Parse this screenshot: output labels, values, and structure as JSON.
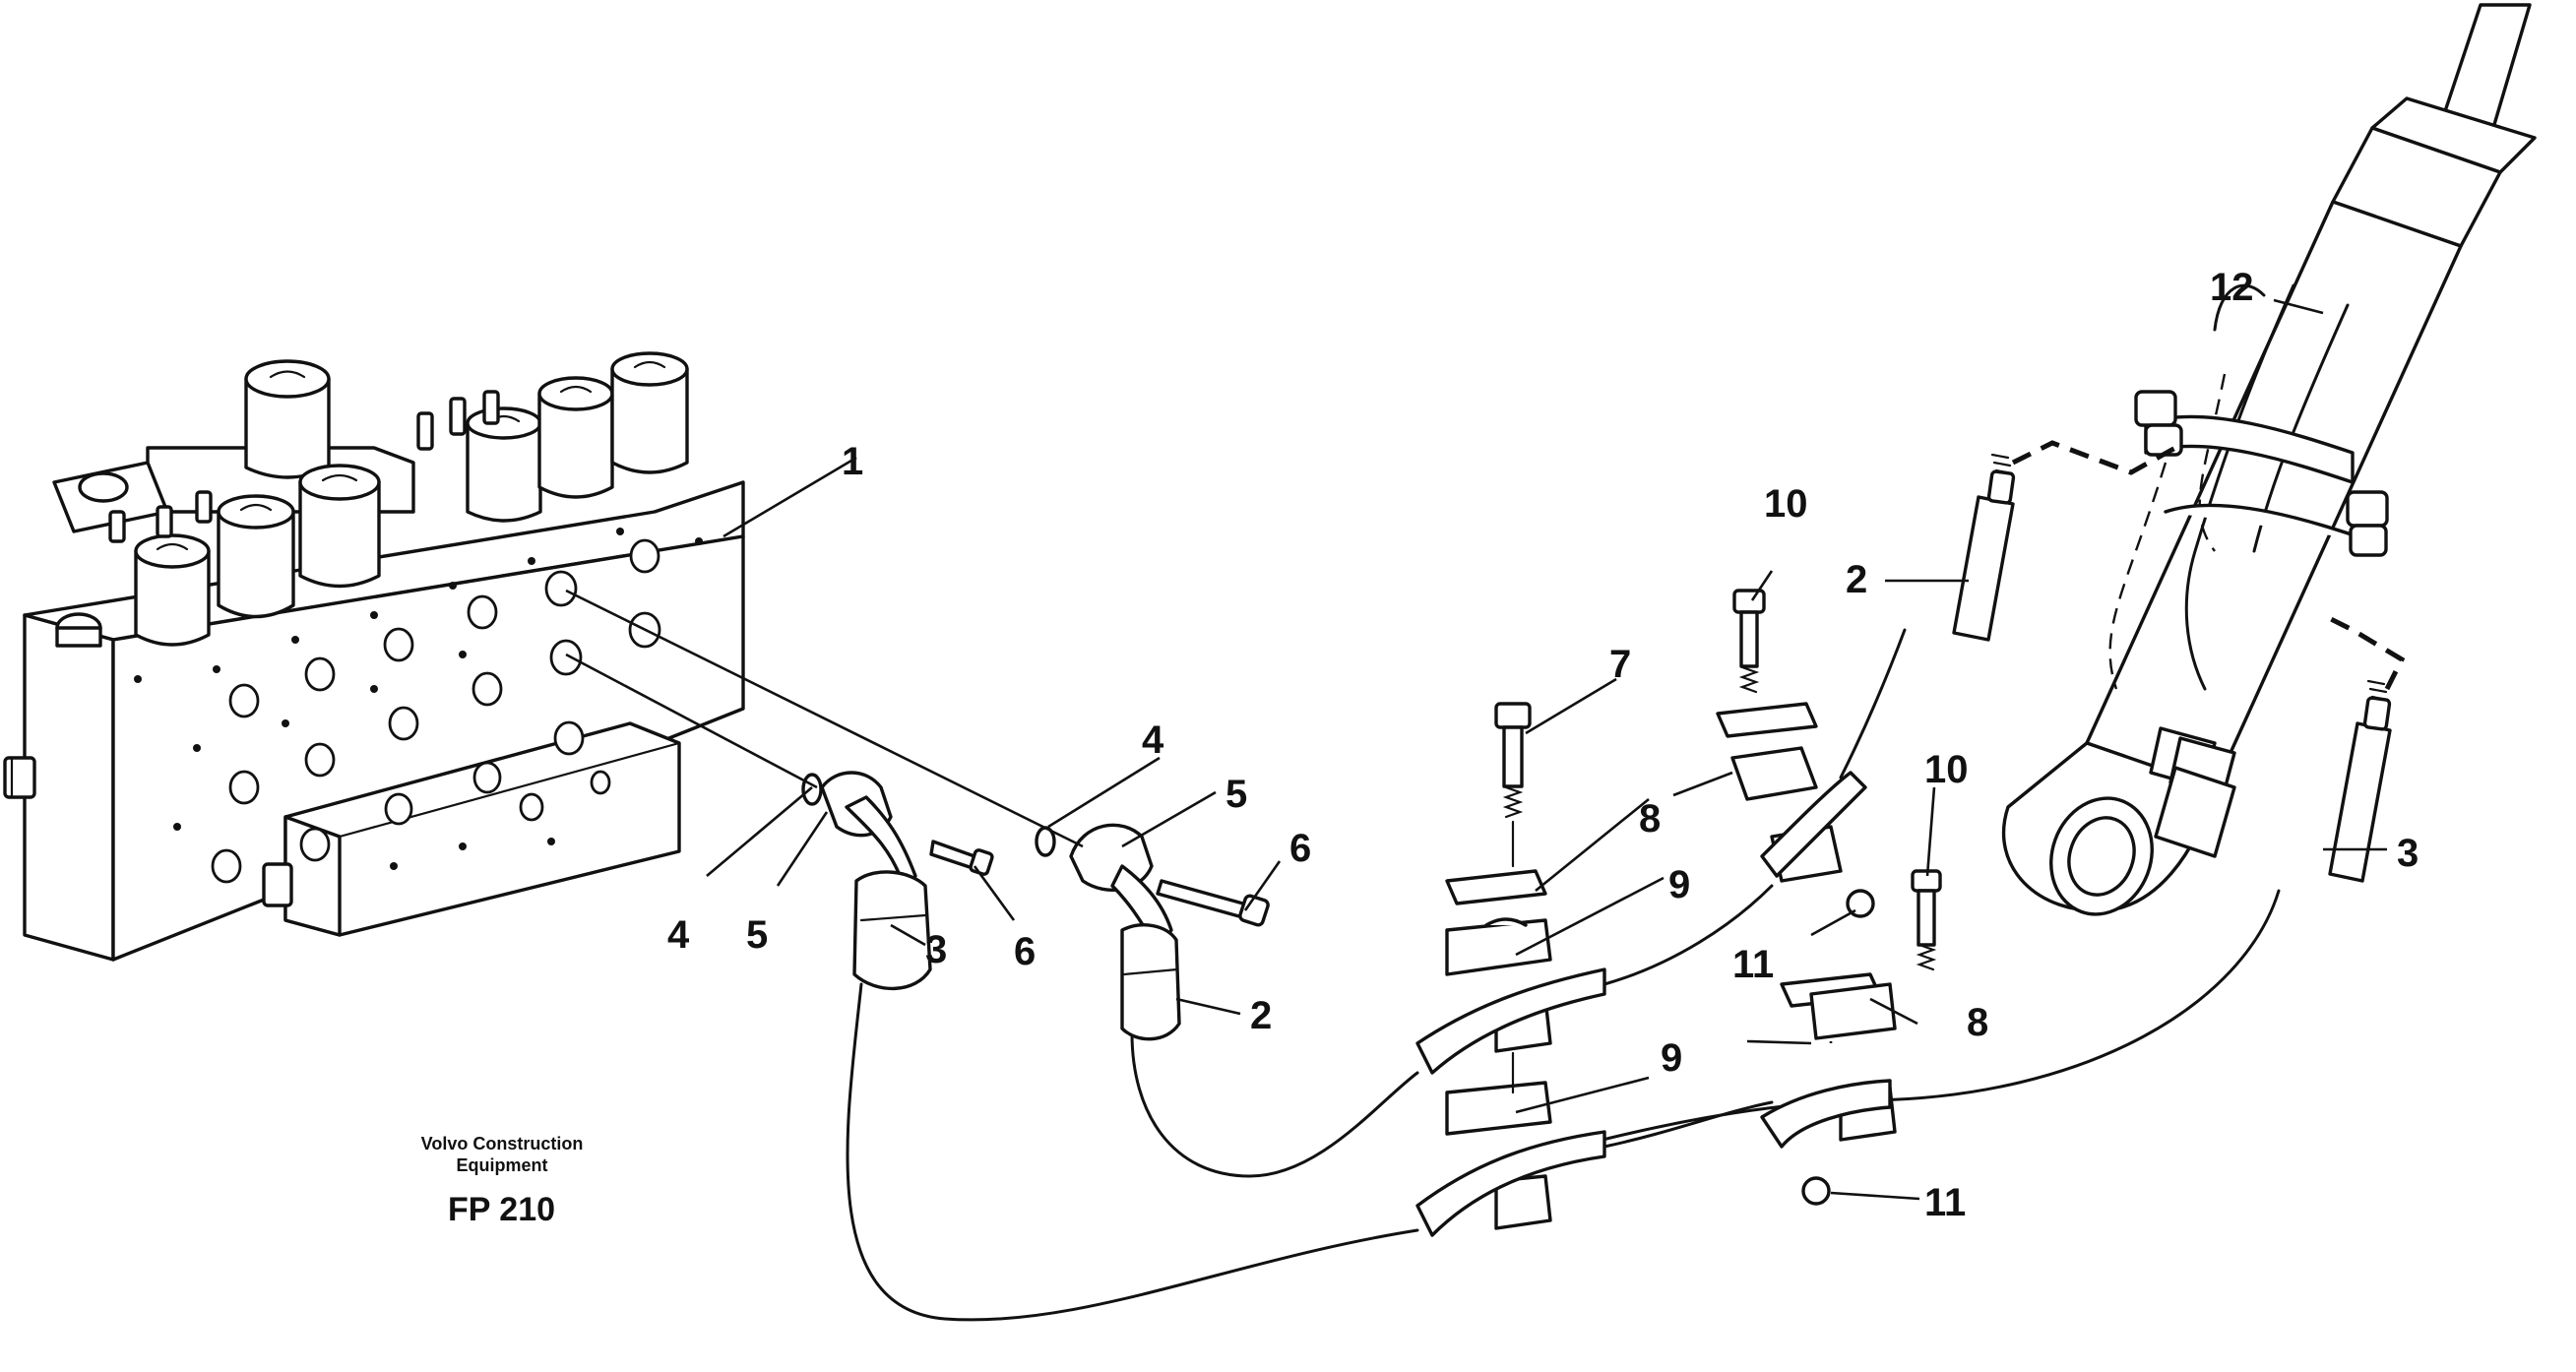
{
  "callouts": {
    "c1": "1",
    "c2a": "2",
    "c2b": "2",
    "c3a": "3",
    "c3b": "3",
    "c4a": "4",
    "c4b": "4",
    "c5a": "5",
    "c5b": "5",
    "c6a": "6",
    "c6b": "6",
    "c7": "7",
    "c8a": "8",
    "c8b": "8",
    "c9a": "9",
    "c9b": "9",
    "c10a": "10",
    "c10b": "10",
    "c11a": "11",
    "c11b": "11",
    "c12": "12"
  },
  "caption": {
    "line1": "Volvo Construction",
    "line2": "Equipment",
    "code": "FP 210"
  }
}
